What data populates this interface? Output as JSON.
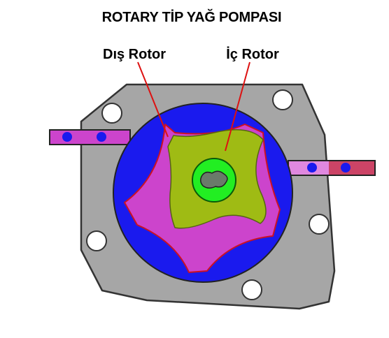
{
  "title": "ROTARY TİP YAĞ POMPASI",
  "labels": {
    "outer_rotor": "Dış Rotor",
    "inner_rotor": "İç Rotor"
  },
  "colors": {
    "housing": "#a6a6a6",
    "housing_stroke": "#333333",
    "chamber": "#1a1aee",
    "outer_rotor": "#cc44cc",
    "inner_rotor": "#9fbb14",
    "shaft_collar": "#22ee22",
    "shaft": "#6a7a6a",
    "pipe_left": "#cc44cc",
    "pipe_right_light": "#e088e0",
    "pipe_right_dark": "#cc4466",
    "oil_dot": "#1a1aee",
    "leader_line": "#dd1111",
    "bolt_hole": "#ffffff"
  }
}
